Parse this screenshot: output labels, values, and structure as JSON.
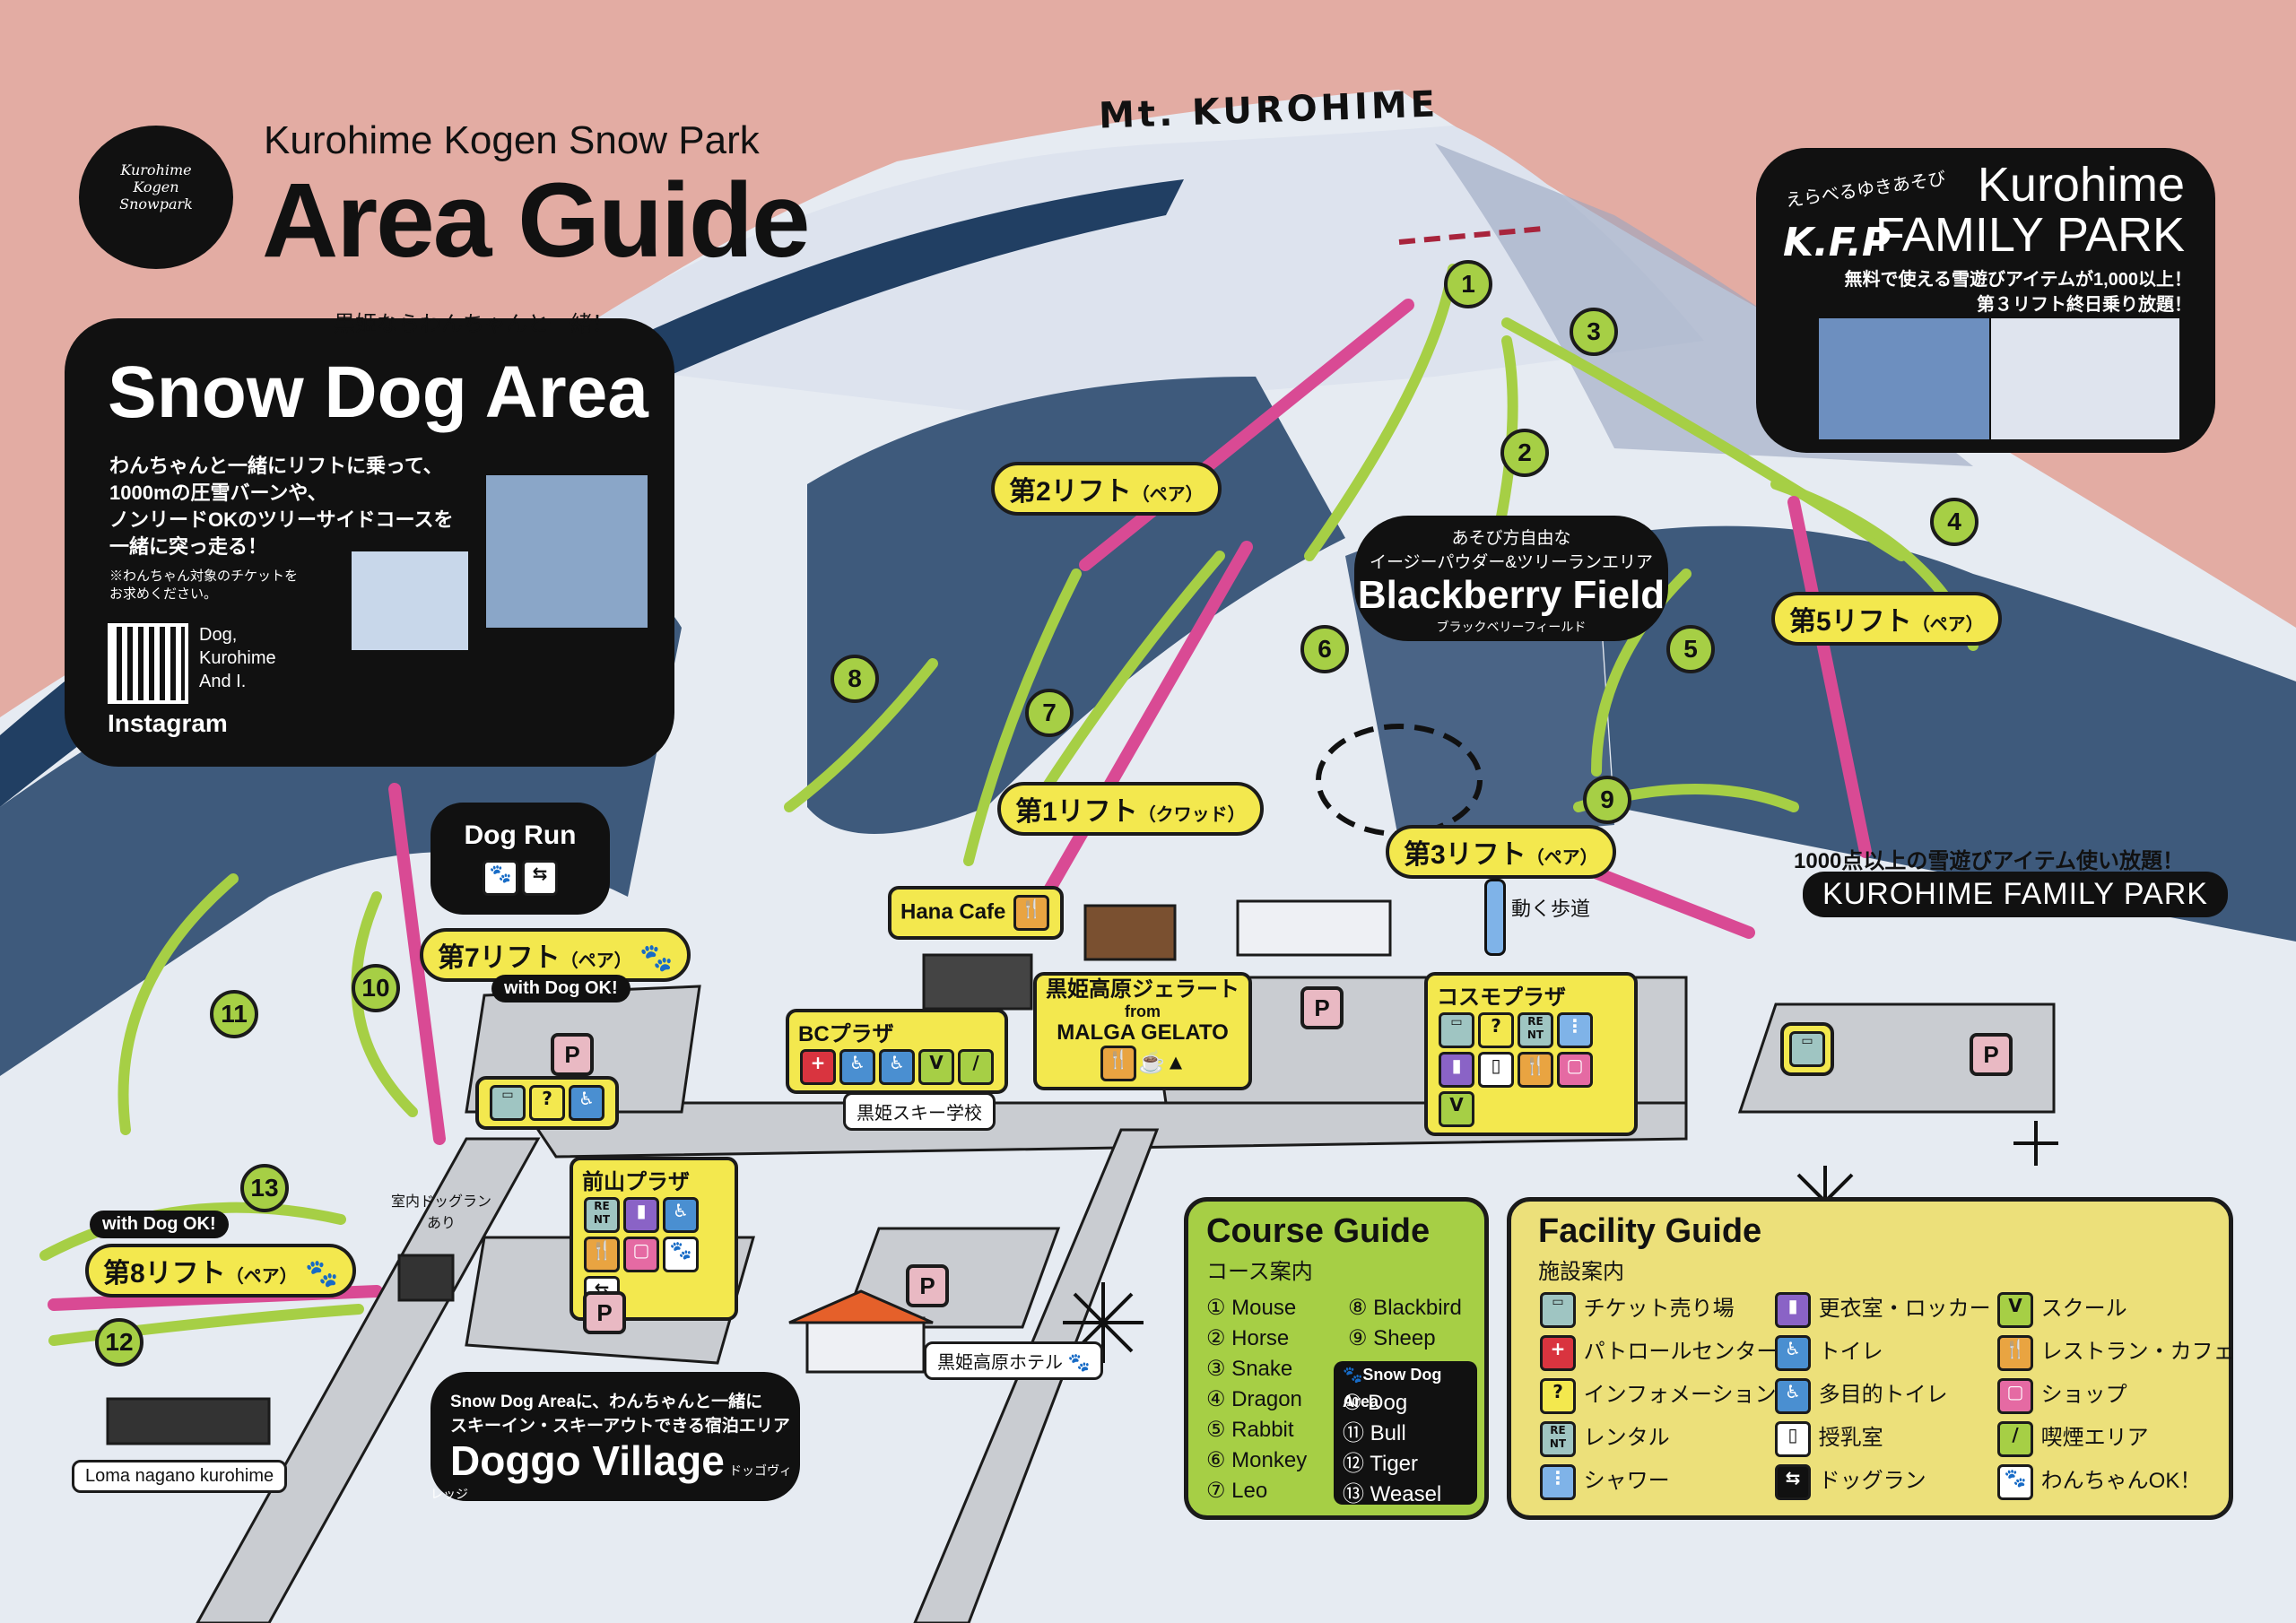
{
  "header": {
    "logo_text": "Kurohime Kogen Snowpark",
    "park_name": "Kurohime Kogen Snow Park",
    "title": "Area Guide",
    "mountain": "Mt. KUROHIME"
  },
  "snow_dog": {
    "tagline": "黒姫ならわんちゃんと一緒！",
    "title": "Snow Dog Area",
    "body": [
      "わんちゃんと一緒にリフトに乗って、",
      "1000mの圧雪バーンや、",
      "ノンリードOKのツリーサイドコースを",
      "一緒に突っ走る！"
    ],
    "note": [
      "※わんちゃん対象のチケットを",
      "お求めください。"
    ],
    "instagram_text": [
      "Dog,",
      "Kurohime",
      "And I."
    ],
    "instagram_label": "Instagram"
  },
  "kfp": {
    "tagline": "えらべるゆきあそび",
    "logo": "K.F.P",
    "title_line1": "Kurohime",
    "title_line2": "FAMILY PARK",
    "desc1": "無料で使える雪遊びアイテムが1,000以上！",
    "desc2": "第３リフト終日乗り放題！",
    "promo": "1000点以上の雪遊びアイテム使い放題！",
    "banner": "KUROHIME FAMILY PARK"
  },
  "blackberry": {
    "tagline1": "あそび方自由な",
    "tagline2": "イージーパウダー&ツリーランエリア",
    "title": "Blackberry Field",
    "kana": "ブラックベリーフィールド"
  },
  "lifts": [
    {
      "name": "第2リフト",
      "type": "（ペア）"
    },
    {
      "name": "第1リフト",
      "type": "（クワッド）"
    },
    {
      "name": "第3リフト",
      "type": "（ペア）"
    },
    {
      "name": "第5リフト",
      "type": "（ペア）"
    },
    {
      "name": "第7リフト",
      "type": "（ペア）"
    },
    {
      "name": "第8リフト",
      "type": "（ペア）"
    }
  ],
  "with_dog_ok": "with Dog OK!",
  "course_numbers": [
    "1",
    "2",
    "3",
    "4",
    "5",
    "6",
    "7",
    "8",
    "9",
    "10",
    "11",
    "12",
    "13"
  ],
  "places": {
    "dog_run": "Dog Run",
    "hana_cafe": "Hana Cafe",
    "bc_plaza": "BCプラザ",
    "gelato_1": "黒姫高原ジェラート",
    "gelato_2": "from",
    "gelato_3": "MALGA GELATO",
    "cosmo_plaza": "コスモプラザ",
    "walkway": "動く歩道",
    "ski_school": "黒姫スキー学校",
    "maeyama_plaza": "前山プラザ",
    "indoor_dog_run_1": "室内ドッグラン",
    "indoor_dog_run_2": "あり",
    "hotel": "黒姫高原ホテル",
    "loma": "Loma nagano kurohime",
    "parking": "P"
  },
  "doggo": {
    "desc1": "Snow Dog Areaに、わんちゃんと一緒に",
    "desc2": "スキーイン・スキーアウトできる宿泊エリア",
    "title": "Doggo Village",
    "kana": "ドッゴヴィレッジ"
  },
  "course_guide": {
    "title": "Course Guide",
    "subtitle": "コース案内",
    "col1": [
      "① Mouse",
      "② Horse",
      "③ Snake",
      "④ Dragon",
      "⑤ Rabbit",
      "⑥ Monkey",
      "⑦ Leo"
    ],
    "col2": [
      "⑧ Blackbird",
      "⑨ Sheep"
    ],
    "dog_header": "Snow Dog Area",
    "dog_courses": [
      "⑩ Dog",
      "⑪ Bull",
      "⑫ Tiger",
      "⑬ Weasel"
    ]
  },
  "facility_guide": {
    "title": "Facility Guide",
    "subtitle": "施設案内",
    "col1": [
      "チケット売り場",
      "パトロールセンター",
      "インフォメーション",
      "レンタル",
      "シャワー"
    ],
    "col2": [
      "更衣室・ロッカー",
      "トイレ",
      "多目的トイレ",
      "授乳室",
      "ドッグラン"
    ],
    "col3": [
      "スクール",
      "レストラン・カフェ",
      "ショップ",
      "喫煙エリア",
      "わんちゃんOK！"
    ]
  },
  "colors": {
    "sky": "#e3aca3",
    "snow": "#e6ebf2",
    "forest": "#3e5a7c",
    "course": "#a6cf45",
    "lift": "#d94a94",
    "label_yellow": "#f3e84e",
    "dark": "#111111",
    "course_box": "#a6cf45",
    "facility_box": "#ece07a"
  },
  "icons": {
    "ticket": "ticket-icon",
    "patrol": "first-aid-cross-icon",
    "info": "question-mark-icon",
    "rental": "rental-icon",
    "shower": "shower-icon",
    "locker": "locker-icon",
    "toilet": "toilet-icon",
    "accessible_toilet": "wheelchair-icon",
    "nursing": "baby-bottle-icon",
    "dog_run": "dog-run-icon",
    "school": "beginner-mark-icon",
    "restaurant": "fork-knife-icon",
    "shop": "shopping-bag-icon",
    "smoking": "cigarette-icon",
    "dog_ok": "paw-icon"
  }
}
